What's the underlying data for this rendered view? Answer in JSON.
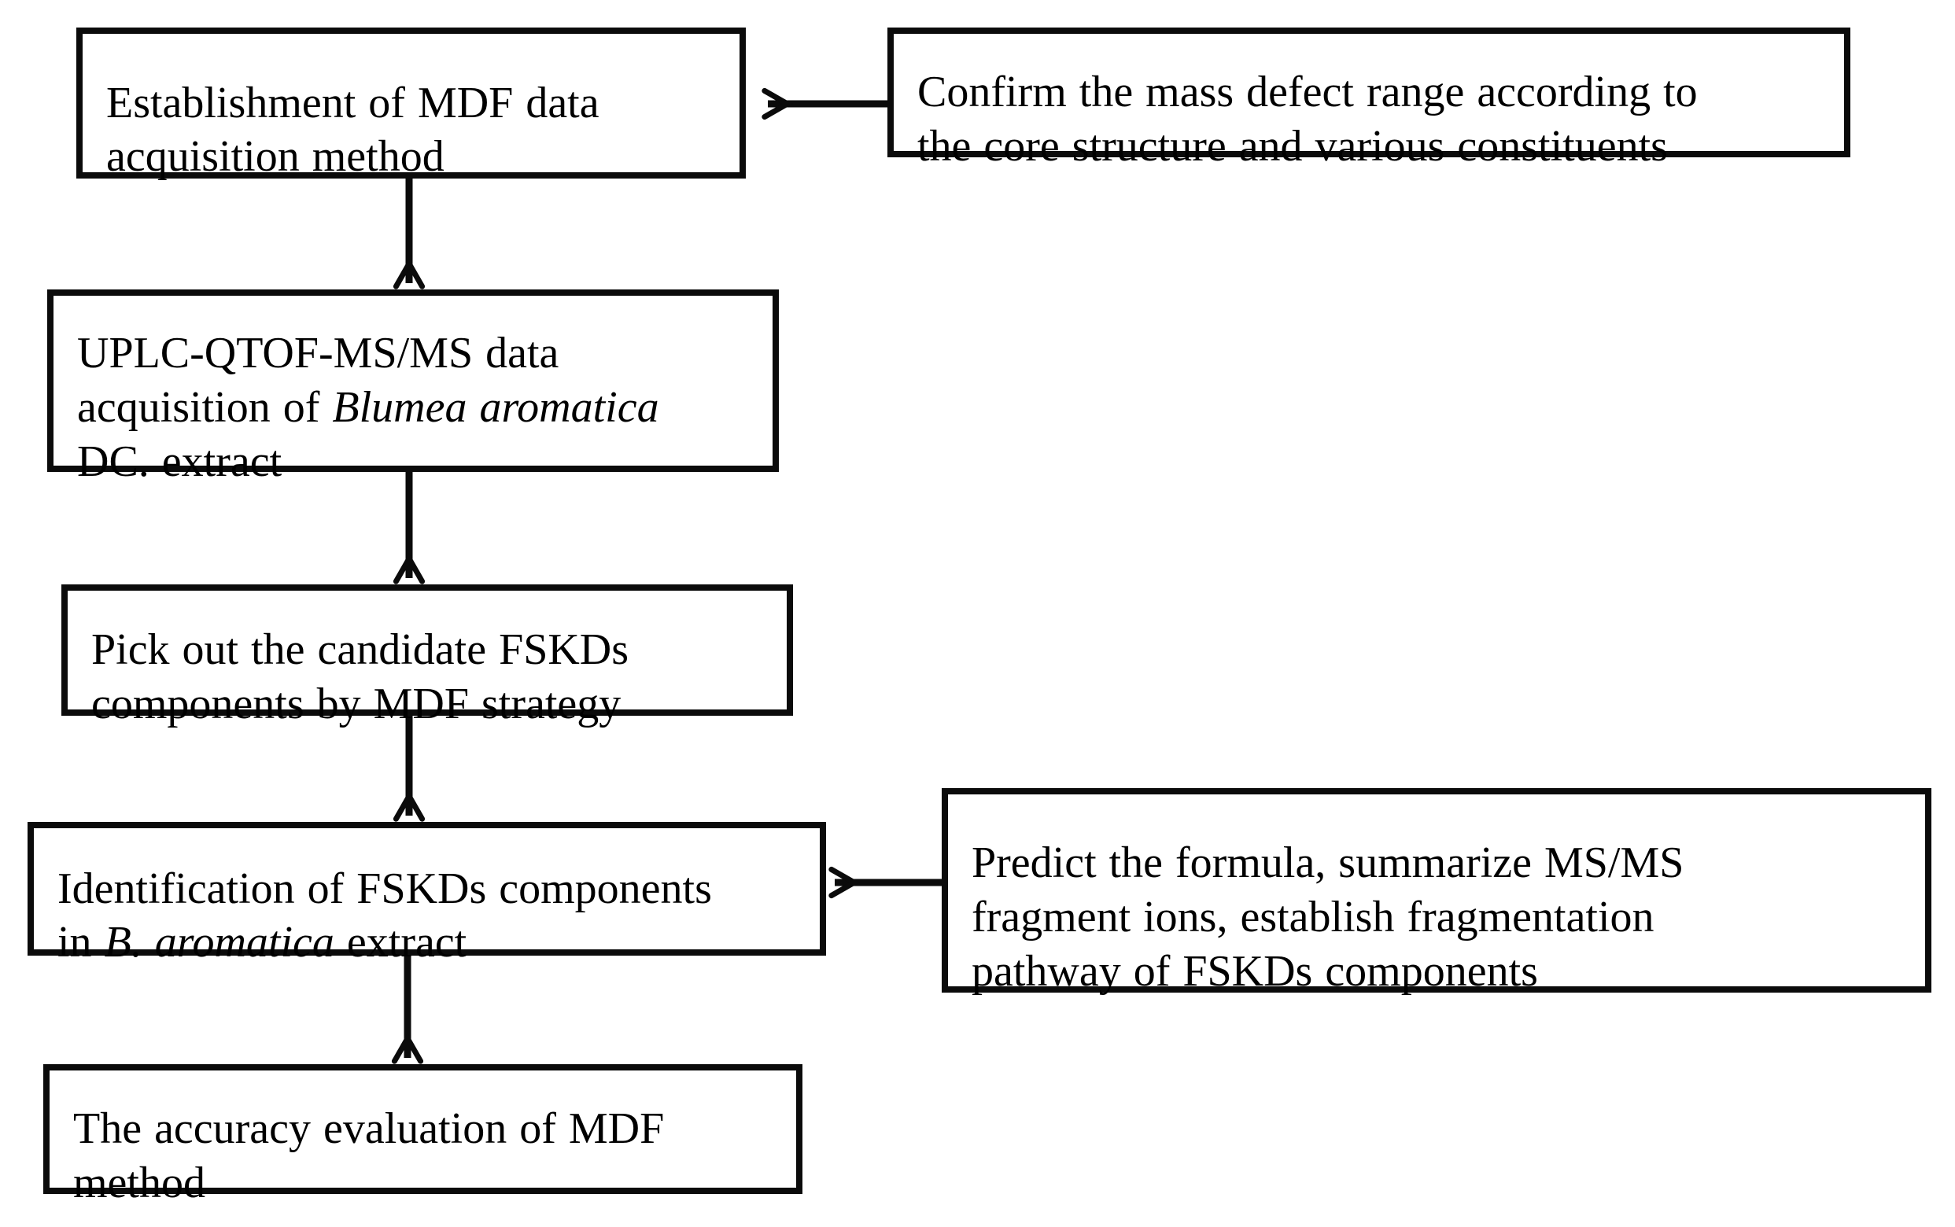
{
  "diagram": {
    "background_color": "#ffffff",
    "line_color": "#0b0b0b",
    "text_color": "#000000",
    "nodes": {
      "establish": {
        "text": "Establishment of MDF data\nacquisition method"
      },
      "confirm": {
        "text": "Confirm the mass defect range according to\nthe core structure and various constituents"
      },
      "uplc": {
        "t1": "UPLC-QTOF-MS/MS data\nacquisition of ",
        "i1": "Blumea aromatica",
        "t2": "\nDC. extract"
      },
      "pick": {
        "text": "Pick out the candidate FSKDs\ncomponents by MDF strategy"
      },
      "identify": {
        "t1": "Identification of FSKDs components\nin ",
        "i1": "B. aromatica",
        "t2": " extract"
      },
      "predict": {
        "text": "Predict the formula, summarize MS/MS\nfragment ions, establish fragmentation\npathway of FSKDs components"
      },
      "accuracy": {
        "text": "The accuracy evaluation of MDF\nmethod"
      }
    },
    "edges": [
      {
        "from": "confirm",
        "to": "establish",
        "direction": "left"
      },
      {
        "from": "establish",
        "to": "uplc",
        "direction": "down"
      },
      {
        "from": "uplc",
        "to": "pick",
        "direction": "down"
      },
      {
        "from": "pick",
        "to": "identify",
        "direction": "down"
      },
      {
        "from": "predict",
        "to": "identify",
        "direction": "left"
      },
      {
        "from": "identify",
        "to": "accuracy",
        "direction": "down"
      }
    ]
  }
}
